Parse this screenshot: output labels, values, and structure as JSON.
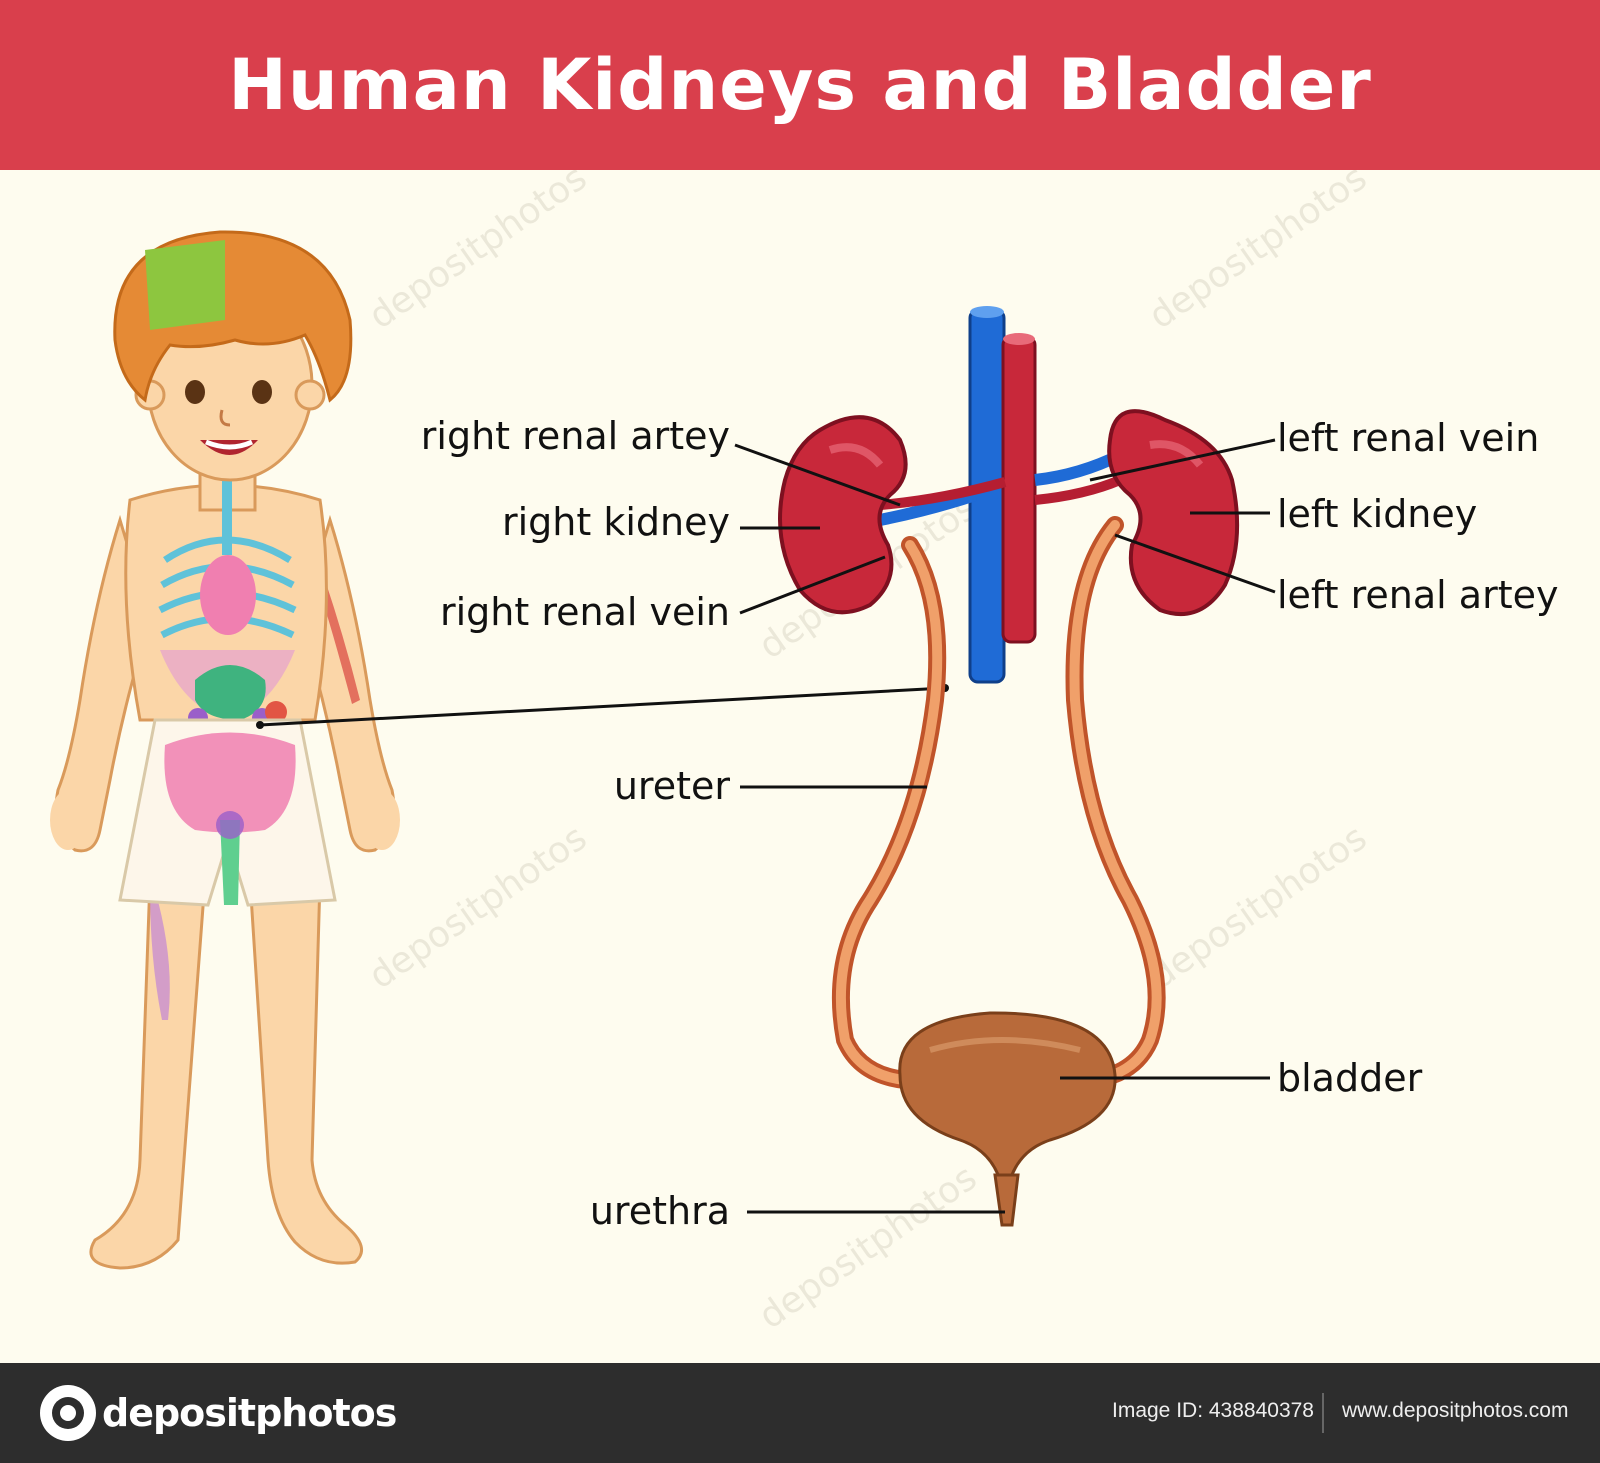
{
  "title": "Human Kidneys and Bladder",
  "labels": {
    "right_renal_artery": "right renal artey",
    "right_kidney": "right kidney",
    "right_renal_vein": "right renal vein",
    "left_renal_vein": "left renal vein",
    "left_kidney": "left kidney",
    "left_renal_artery": "left renal artey",
    "ureter": "ureter",
    "bladder": "bladder",
    "urethra": "urethra"
  },
  "footer": {
    "logo_text": "depositphotos",
    "image_id": "Image ID: 438840378",
    "site": "www.depositphotos.com"
  },
  "watermark": "depositphotos",
  "colors": {
    "header": "#d93f4c",
    "background": "#fefcef",
    "kidney": "#c8283a",
    "artery": "#b51e32",
    "vein": "#1f6bd6",
    "ureter": "#e07a3c",
    "bladder": "#b86a3a",
    "footer": "#2d2d2d"
  }
}
